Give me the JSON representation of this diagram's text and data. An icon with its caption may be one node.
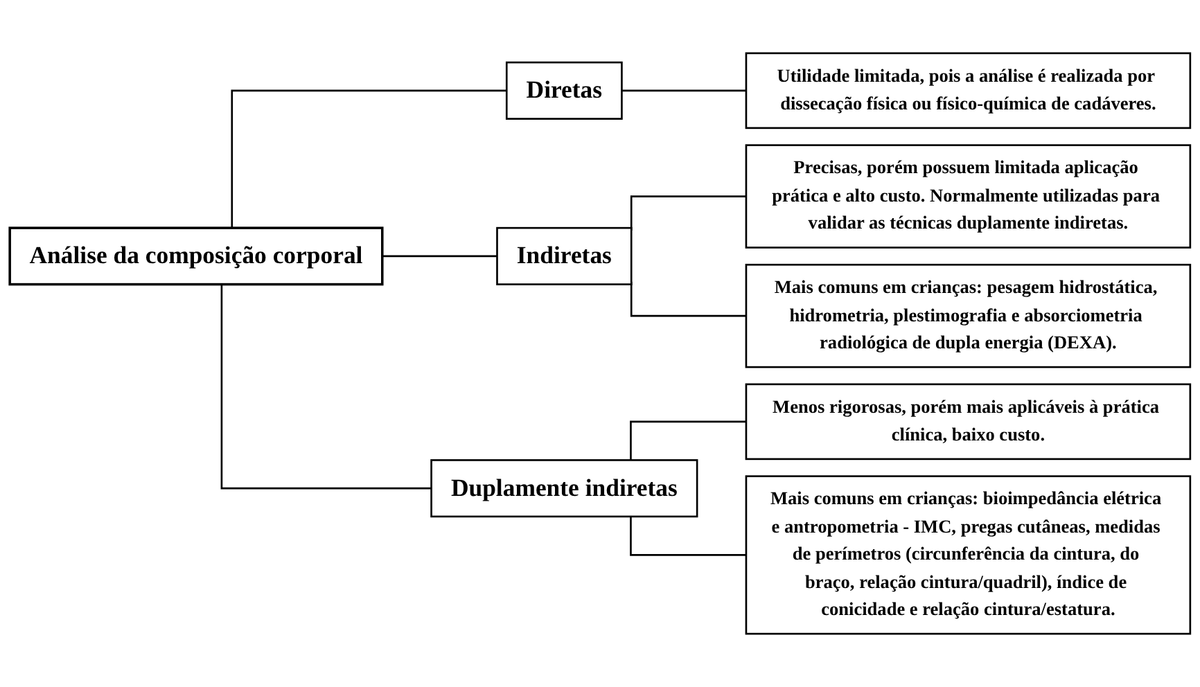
{
  "diagram": {
    "nodes": [
      {
        "text": [
          "Análise da composição corporal"
        ]
      },
      {
        "text": [
          "Diretas"
        ]
      },
      {
        "text": [
          "Utilidade limitada, pois a análise é realizada por dissecação física ou físico-química de cadáveres."
        ]
      },
      {
        "text": [
          "Indiretas"
        ]
      },
      {
        "text": [
          "Precisas, porém possuem limitada aplicação prática e alto custo. Normalmente utilizadas para validar as técnicas duplamente indiretas."
        ]
      },
      {
        "text": [
          "Mais comuns em crianças: pesagem hidrostática, hidrometria, plestimografia e absorciometria radiológica de dupla energia (DEXA)."
        ]
      },
      {
        "text": [
          "Duplamente indiretas"
        ]
      },
      {
        "text": [
          "Menos rigorosas, porém mais aplicáveis à prática clínica, baixo custo."
        ]
      },
      {
        "text": [
          "Mais comuns em crianças: bioimpedância elétrica e antropometria - IMC, pregas cutâneas, medidas de perímetros (circunferência da cintura, do braço, relação cintura/quadril), índice de conicidade e relação cintura/estatura."
        ]
      }
    ],
    "edges": [
      {
        "from": 0,
        "to": 1,
        "arrow": "none"
      },
      {
        "from": 0,
        "to": 3,
        "arrow": "none"
      },
      {
        "from": 0,
        "to": 6,
        "arrow": "none"
      },
      {
        "from": 1,
        "to": 2,
        "arrow": "none"
      },
      {
        "from": 3,
        "to": 4,
        "arrow": "none"
      },
      {
        "from": 3,
        "to": 5,
        "arrow": "none"
      },
      {
        "from": 6,
        "to": 7,
        "arrow": "none"
      },
      {
        "from": 6,
        "to": 8,
        "arrow": "none"
      }
    ]
  }
}
